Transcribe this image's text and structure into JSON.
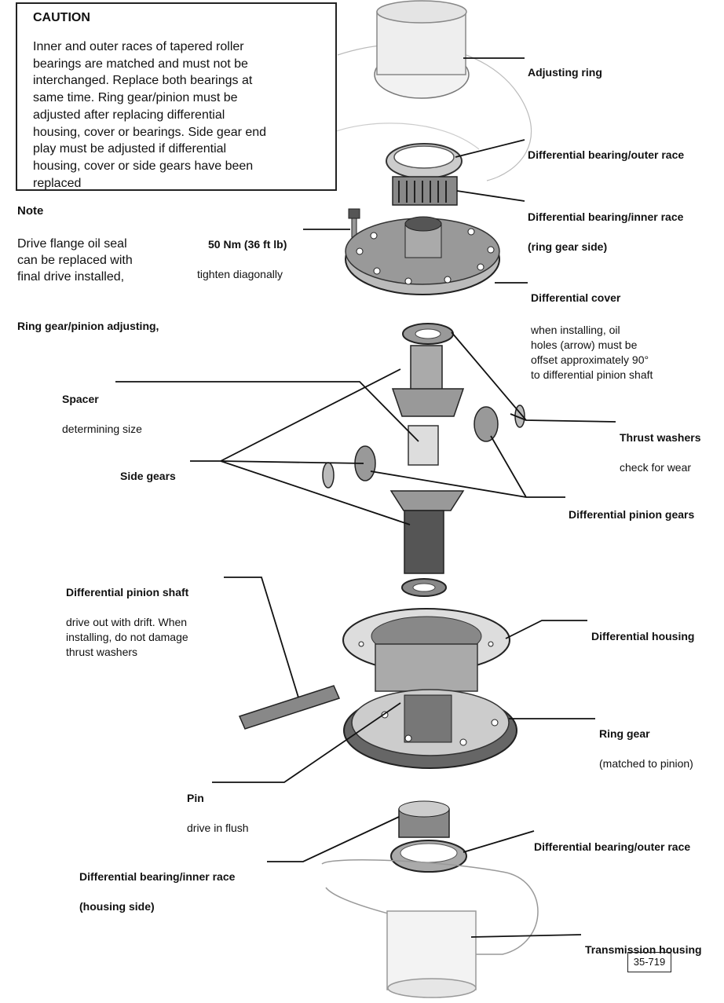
{
  "caution": {
    "title": "CAUTION",
    "body": "Inner and outer races of tapered roller\nbearings are matched and must not be\ninterchanged. Replace both bearings at\nsame time. Ring gear/pinion must be\nadjusted after replacing differential\nhousing, cover or bearings. Side gear end\nplay must be adjusted if differential\nhousing, cover or side gears have been\nreplaced"
  },
  "note": {
    "title": "Note",
    "body": "Drive flange oil seal\ncan be replaced with\nfinal drive installed,"
  },
  "ring_gear_note": "Ring gear/pinion adjusting,",
  "labels": {
    "adjusting_ring": "Adjusting ring",
    "bearing_outer_top": "Differential bearing/outer race",
    "bearing_inner_top": "Differential bearing/inner race",
    "bearing_inner_top_sub": "(ring gear side)",
    "torque": "50 Nm (36 ft lb)",
    "torque_sub": "tighten diagonally",
    "cover": "Differential cover",
    "cover_sub": "when installing, oil\nholes (arrow) must be\noffset approximately 90°\nto differential pinion shaft",
    "spacer": "Spacer",
    "spacer_sub": "determining size",
    "thrust_washers": "Thrust washers",
    "thrust_washers_sub": "check for wear",
    "side_gears": "Side gears",
    "pinion_gears": "Differential pinion gears",
    "pinion_shaft": "Differential pinion shaft",
    "pinion_shaft_sub": "drive out with drift. When\ninstalling, do not damage\nthrust washers",
    "housing": "Differential housing",
    "ring_gear": "Ring gear",
    "ring_gear_sub": "(matched to pinion)",
    "pin": "Pin",
    "pin_sub": "drive in flush",
    "bearing_outer_bottom": "Differential bearing/outer race",
    "bearing_inner_bottom": "Differential bearing/inner race",
    "bearing_inner_bottom_sub": "(housing side)",
    "transmission_housing": "Transmission housing"
  },
  "figure_number": "35-719"
}
